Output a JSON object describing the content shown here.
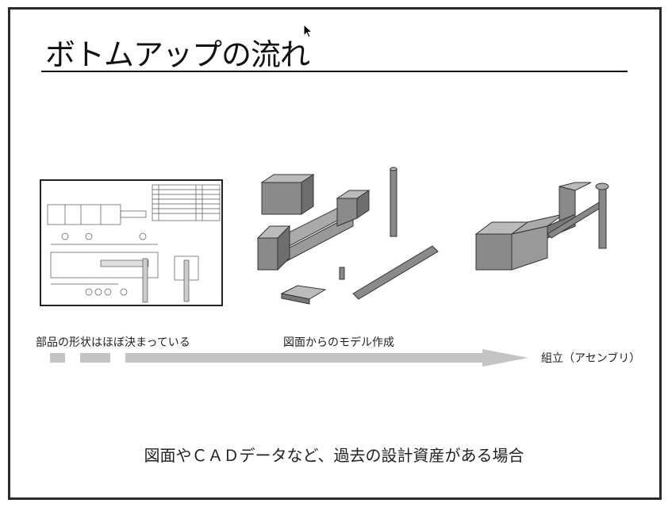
{
  "slide": {
    "title": "ボトムアップの流れ",
    "labels": {
      "parts_shape": "部品の形状はほぼ決まっている",
      "modeling": "図面からのモデル作成",
      "assembly": "組立（アセンブリ）"
    },
    "caption": "図面やＣＡＤデータなど、過去の設計資産がある場合"
  },
  "colors": {
    "arrow": "#c4c4c4",
    "part": "#8a8a8a",
    "text": "#222222"
  }
}
